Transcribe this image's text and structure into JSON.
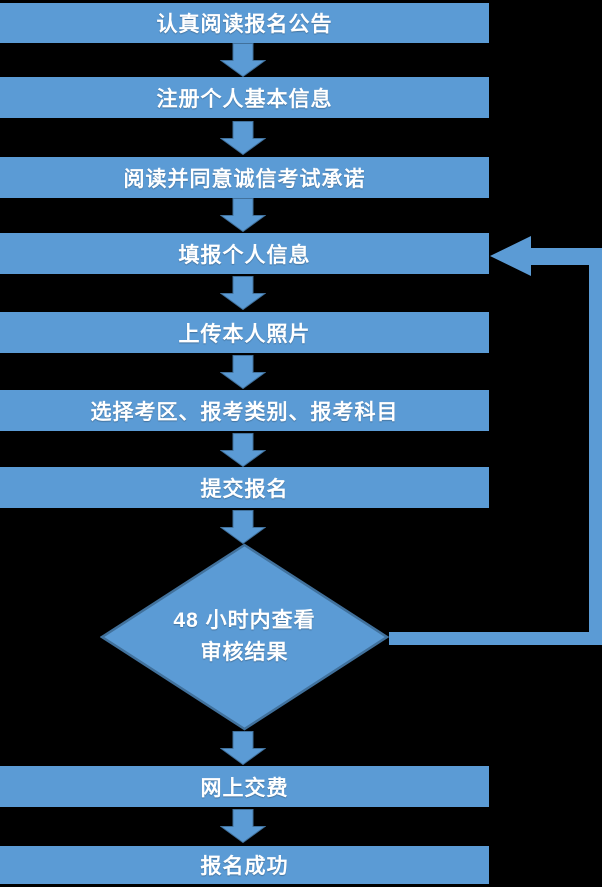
{
  "colors": {
    "background": "#000000",
    "shape_fill": "#5b9bd5",
    "shape_border": "#41719c",
    "text": "#ffffff"
  },
  "flow": {
    "steps_top": [
      {
        "label": "认真阅读报名公告"
      },
      {
        "label": "注册个人基本信息"
      },
      {
        "label": "阅读并同意诚信考试承诺"
      },
      {
        "label": "填报个人信息"
      },
      {
        "label": "上传本人照片"
      },
      {
        "label": "选择考区、报考类别、报考科目"
      },
      {
        "label": "提交报名"
      }
    ],
    "decision": {
      "line1": "48 小时内查看",
      "line2": "审核结果"
    },
    "steps_bottom": [
      {
        "label": "网上交费"
      },
      {
        "label": "报名成功"
      }
    ]
  }
}
